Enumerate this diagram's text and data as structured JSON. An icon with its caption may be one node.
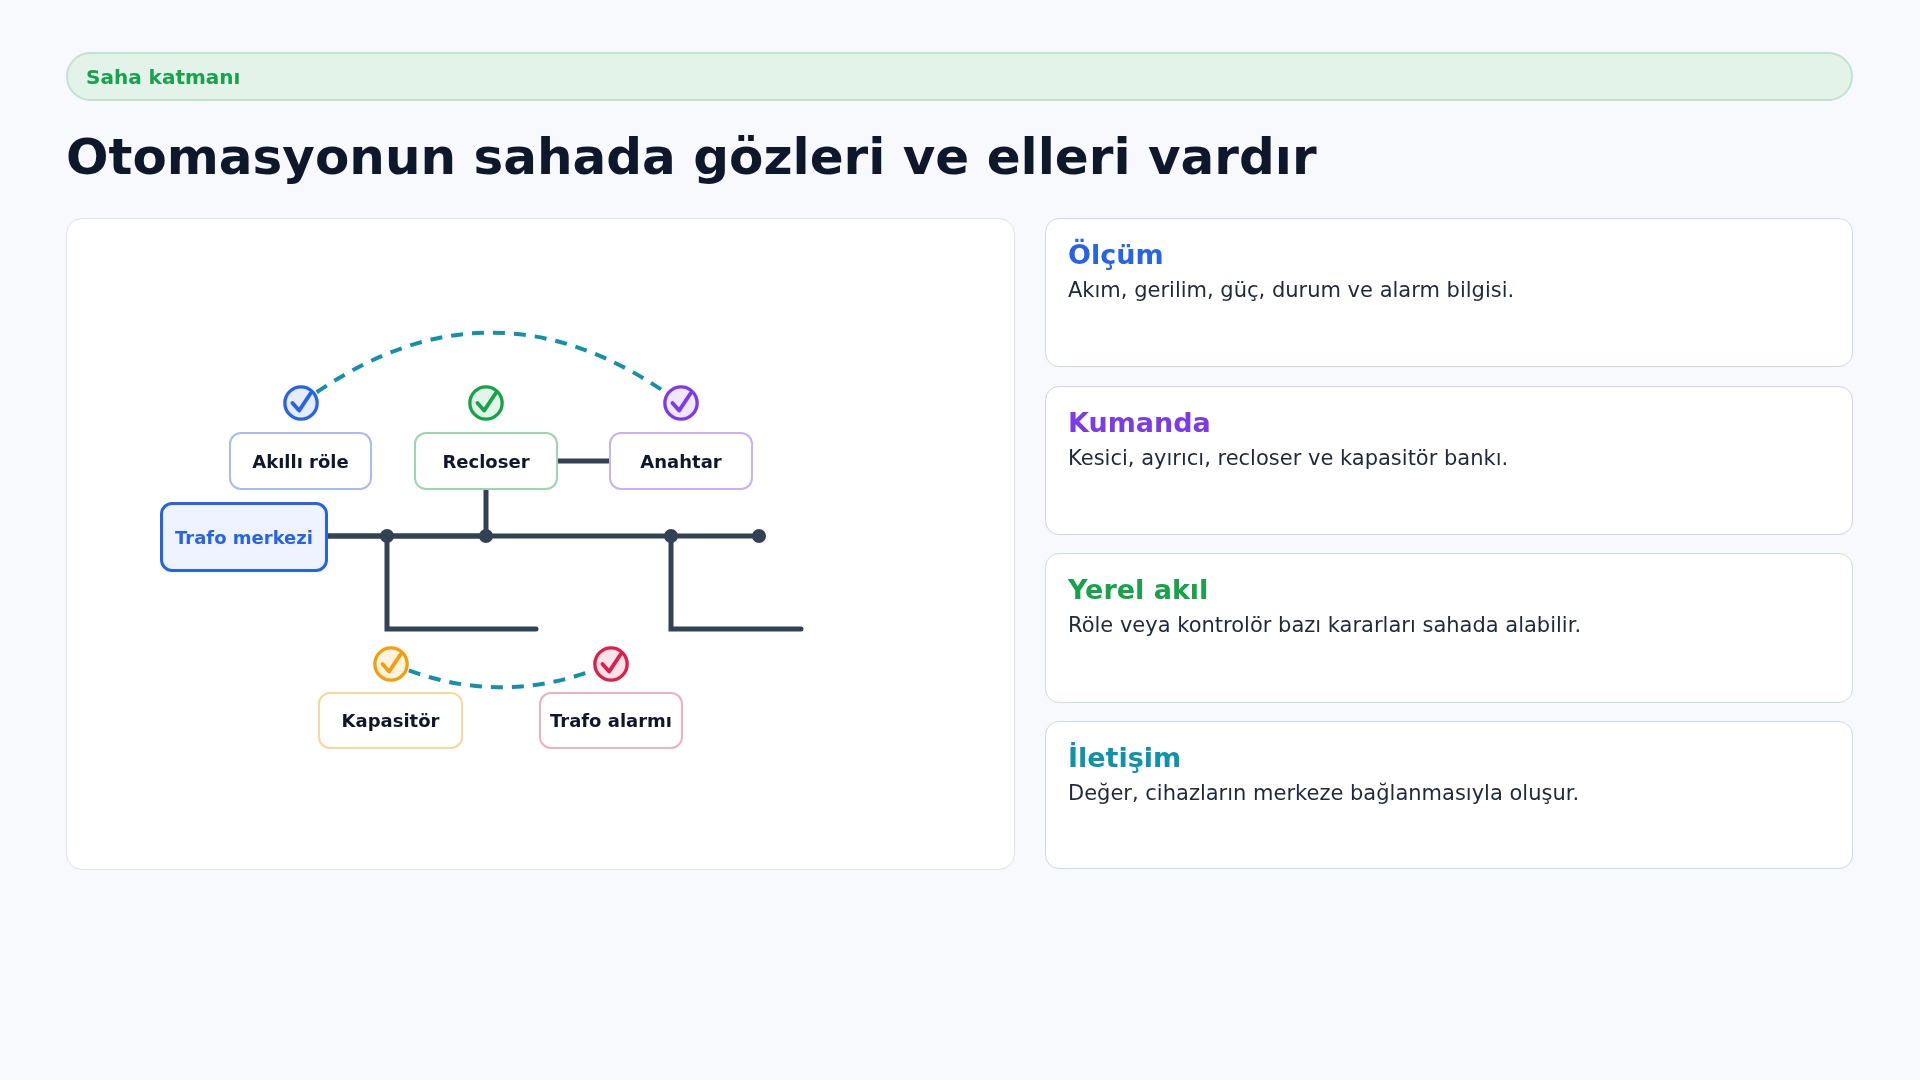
{
  "diagram": {
    "title": "Otomasyonun sahada gözleri ve elleri vardır",
    "nodes": [
      {
        "text": [
          "Saha katmanı"
        ]
      },
      {
        "text": [],
        "shape": "circle"
      },
      {
        "text": [],
        "shape": "circle"
      },
      {
        "text": [
          "Akıllı röle"
        ]
      },
      {
        "text": [
          "Recloser"
        ]
      },
      {
        "text": [
          "Anahtar"
        ]
      },
      {
        "text": [
          "Trafo merkezi"
        ]
      },
      {
        "text": [],
        "shape": "circle"
      },
      {
        "text": [],
        "shape": "circle"
      },
      {
        "text": [
          "Kapasitör"
        ]
      },
      {
        "text": [
          "Trafo alarmı"
        ]
      },
      {
        "text": [
          "Ölçüm",
          "Akım, gerilim, güç, durum ve alarm bilgisi."
        ]
      },
      {
        "text": [
          "Kumanda",
          "Kesici, ayırıcı, recloser ve kapasitör bankı."
        ]
      },
      {
        "text": [
          "Yerel akıl",
          "Röle veya kontrolör bazı kararları sahada alabilir."
        ]
      },
      {
        "text": [
          "İletişim",
          "Değer, cihazların merkeze bağlanmasıyla oluşur."
        ]
      }
    ],
    "edges": [
      {
        "from": 1,
        "to": 2,
        "arrow": "none",
        "style": "dashed",
        "color": "#1391ab"
      },
      {
        "from": 4,
        "to": 5,
        "arrow": "none"
      },
      {
        "from": 6,
        "to": 4,
        "arrow": "none"
      },
      {
        "from": 7,
        "to": 8,
        "arrow": "none",
        "style": "dashed",
        "color": "#1391ab"
      }
    ]
  }
}
